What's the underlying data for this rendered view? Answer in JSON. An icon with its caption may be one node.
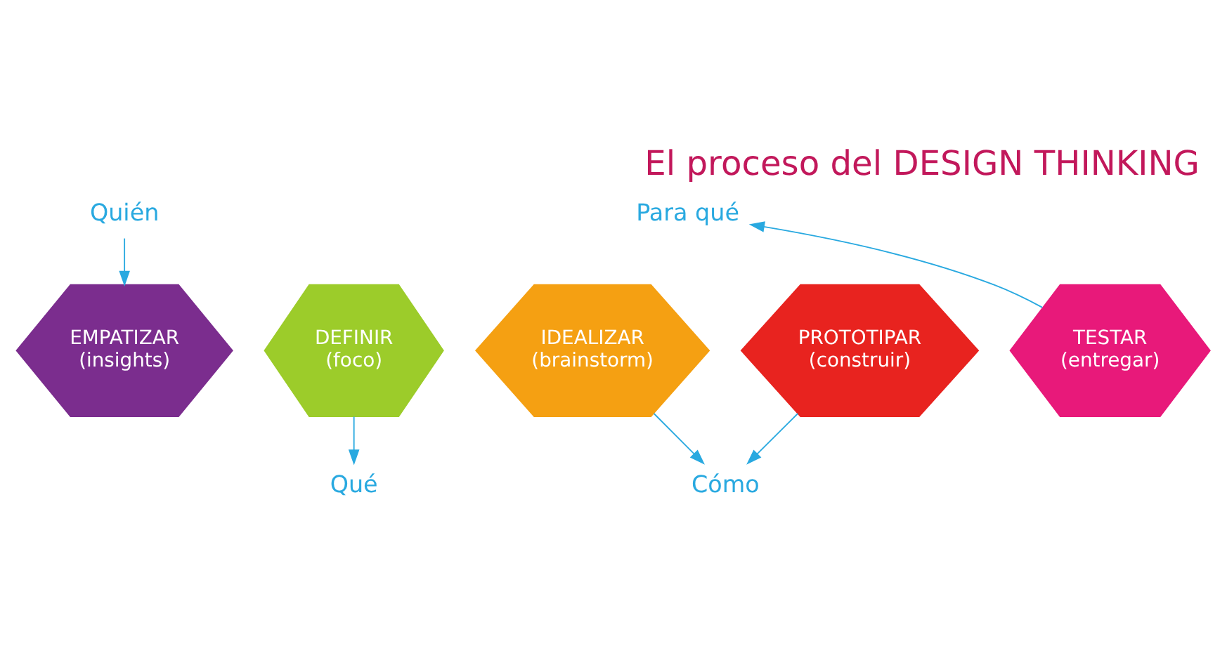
{
  "diagram": {
    "title": "El proceso del DESIGN THINKING",
    "nodes": [
      {
        "text": [
          "Quién"
        ]
      },
      {
        "text": [
          "EMPATIZAR",
          "(insights)"
        ]
      },
      {
        "text": [
          "DEFINIR",
          "(foco)"
        ]
      },
      {
        "text": [
          "IDEALIZAR",
          "(brainstorm)"
        ]
      },
      {
        "text": [
          "PROTOTIPAR",
          "(construir)"
        ]
      },
      {
        "text": [
          "TESTAR",
          "(entregar)"
        ]
      },
      {
        "text": [
          "Qué"
        ]
      },
      {
        "text": [
          "Cómo"
        ]
      },
      {
        "text": [
          "Para qué"
        ]
      }
    ],
    "edges": [
      {
        "from": 0,
        "to": 1,
        "arrow": "to"
      },
      {
        "from": 2,
        "to": 6,
        "arrow": "to"
      },
      {
        "from": 3,
        "to": 7,
        "arrow": "to"
      },
      {
        "from": 4,
        "to": 7,
        "arrow": "to"
      },
      {
        "from": 5,
        "to": 8,
        "arrow": "to"
      }
    ]
  }
}
